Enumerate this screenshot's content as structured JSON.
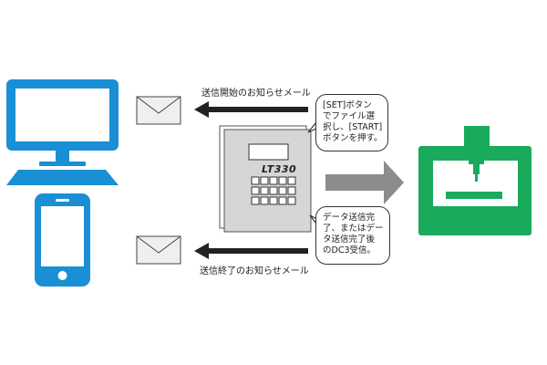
{
  "device": {
    "model_label": "LT330"
  },
  "mail_start": {
    "label": "送信開始のお知らせメール"
  },
  "mail_end": {
    "label": "送信終了のお知らせメール"
  },
  "bubble_top": {
    "lines": [
      "[SET]ボタン",
      "でファイル選",
      "択し、[START]",
      "ボタンを押す。"
    ]
  },
  "bubble_bottom": {
    "lines": [
      "データ送信完",
      "了、またはデー",
      "タ送信完了後",
      "のDC3受信。"
    ]
  },
  "colors": {
    "computer_blue": "#1a8fd6",
    "machine_green": "#1aaa5c",
    "arrow_gray": "#8c8c8c"
  },
  "icons": [
    "desktop-computer-icon",
    "smartphone-icon",
    "envelope-icon",
    "envelope-icon",
    "lt330-terminal-icon",
    "cnc-machine-icon"
  ]
}
